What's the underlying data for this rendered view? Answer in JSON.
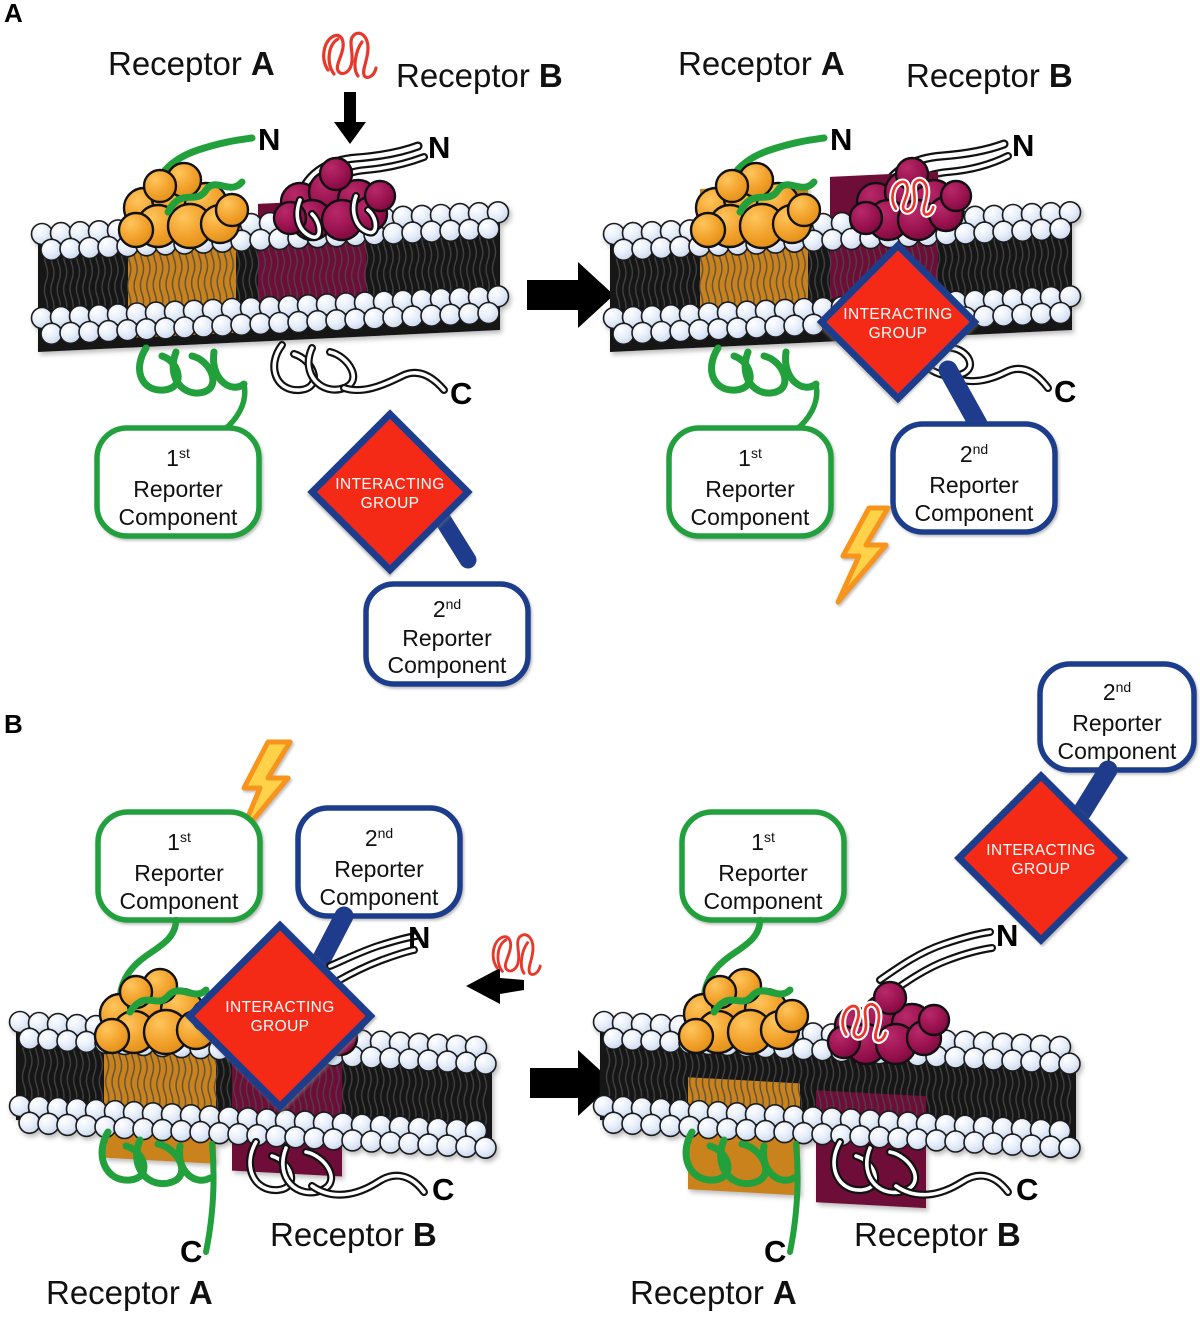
{
  "figure": {
    "type": "scientific-schematic",
    "description": "Two-panel schematic of a split-reporter membrane receptor interaction assay",
    "background": "#ffffff"
  },
  "colors": {
    "receptor_a_protein": "#F2A22C",
    "receptor_b_protein": "#9B1350",
    "reporter1_green": "#22A03C",
    "reporter2_blue": "#1F3C8C",
    "interacting_group_fill": "#F42A17",
    "interacting_group_stroke": "#1F3C8C",
    "ligand_red": "#E8382B",
    "lightning_fill": "#FFD24A",
    "lightning_stroke": "#F7941E",
    "lipid_head": "#DCE6F5",
    "lipid_tail": "#141414",
    "arrow_black": "#000000",
    "text_black": "#111111"
  },
  "panels": [
    {
      "id": "A",
      "letter": "A",
      "states": [
        {
          "id": "A-left",
          "name": "unbound",
          "labels": {
            "receptor_a": "Receptor",
            "receptor_a_bold": "A",
            "receptor_b": "Receptor",
            "receptor_b_bold": "B",
            "n_term_a": "N",
            "n_term_b": "N",
            "c_term_b": "C"
          },
          "boxes": [
            {
              "id": "reporter1",
              "ordinal": "1",
              "ordinal_sup": "st",
              "line1": "Reporter",
              "line2": "Component",
              "color": "#22A03C"
            },
            {
              "id": "reporter2",
              "ordinal": "2",
              "ordinal_sup": "nd",
              "line1": "Reporter",
              "line2": "Component",
              "color": "#1F3C8C"
            }
          ],
          "interacting_group": {
            "line1": "INTERACTING",
            "line2": "GROUP"
          },
          "ligand": {
            "name": "ligand-squiggle",
            "color": "#E8382B",
            "bound": false
          },
          "lightning": false
        },
        {
          "id": "A-right",
          "name": "bound-signal-on",
          "labels": {
            "receptor_a": "Receptor",
            "receptor_a_bold": "A",
            "receptor_b": "Receptor",
            "receptor_b_bold": "B",
            "n_term_a": "N",
            "n_term_b": "N",
            "c_term_b": "C"
          },
          "boxes": [
            {
              "id": "reporter1",
              "ordinal": "1",
              "ordinal_sup": "st",
              "line1": "Reporter",
              "line2": "Component",
              "color": "#22A03C"
            },
            {
              "id": "reporter2",
              "ordinal": "2",
              "ordinal_sup": "nd",
              "line1": "Reporter",
              "line2": "Component",
              "color": "#1F3C8C"
            }
          ],
          "interacting_group": {
            "line1": "INTERACTING",
            "line2": "GROUP"
          },
          "ligand": {
            "name": "ligand-squiggle",
            "color": "#E8382B",
            "bound": true
          },
          "lightning": true
        }
      ],
      "transition_arrow": "right-arrow"
    },
    {
      "id": "B",
      "letter": "B",
      "states": [
        {
          "id": "B-left",
          "name": "assembled-signal-on",
          "labels": {
            "receptor_a": "Receptor",
            "receptor_a_bold": "A",
            "receptor_b": "Receptor",
            "receptor_b_bold": "B",
            "n_term_b": "N",
            "c_term_a": "C",
            "c_term_b": "C"
          },
          "boxes": [
            {
              "id": "reporter1",
              "ordinal": "1",
              "ordinal_sup": "st",
              "line1": "Reporter",
              "line2": "Component",
              "color": "#22A03C"
            },
            {
              "id": "reporter2",
              "ordinal": "2",
              "ordinal_sup": "nd",
              "line1": "Reporter",
              "line2": "Component",
              "color": "#1F3C8C"
            }
          ],
          "interacting_group": {
            "line1": "INTERACTING",
            "line2": "GROUP"
          },
          "ligand": {
            "name": "ligand-squiggle",
            "color": "#E8382B",
            "bound": false
          },
          "lightning": true
        },
        {
          "id": "B-right",
          "name": "displaced-signal-off",
          "labels": {
            "receptor_a": "Receptor",
            "receptor_a_bold": "A",
            "receptor_b": "Receptor",
            "receptor_b_bold": "B",
            "n_term_b": "N",
            "c_term_a": "C",
            "c_term_b": "C"
          },
          "boxes": [
            {
              "id": "reporter1",
              "ordinal": "1",
              "ordinal_sup": "st",
              "line1": "Reporter",
              "line2": "Component",
              "color": "#22A03C"
            },
            {
              "id": "reporter2",
              "ordinal": "2",
              "ordinal_sup": "nd",
              "line1": "Reporter",
              "line2": "Component",
              "color": "#1F3C8C"
            }
          ],
          "interacting_group": {
            "line1": "INTERACTING",
            "line2": "GROUP"
          },
          "ligand": {
            "name": "ligand-squiggle",
            "color": "#E8382B",
            "bound": true
          },
          "lightning": false
        }
      ],
      "transition_arrow": "right-arrow"
    }
  ]
}
